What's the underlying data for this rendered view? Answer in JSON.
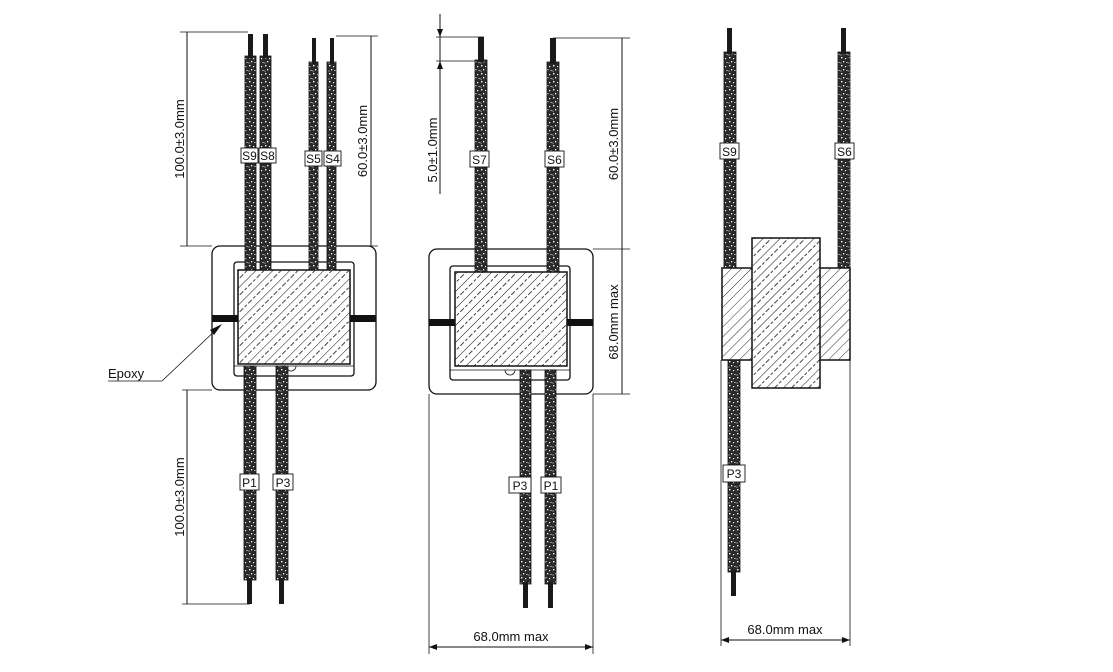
{
  "views": {
    "front": {
      "dim_top_left": "100.0±3.0mm",
      "dim_top_right": "60.0±3.0mm",
      "dim_bottom": "100.0±3.0mm",
      "leads_top": [
        "S9",
        "S8",
        "S5",
        "S4"
      ],
      "leads_bottom": [
        "P1",
        "P3"
      ],
      "callout": "Epoxy"
    },
    "side": {
      "dim_stub": "5.0±1.0mm",
      "dim_top": "60.0±3.0mm",
      "dim_height": "68.0mm max",
      "dim_width": "68.0mm max",
      "leads_top": [
        "S7",
        "S6"
      ],
      "leads_bottom": [
        "P3",
        "P1"
      ]
    },
    "end": {
      "dim_width": "68.0mm max",
      "leads": [
        "S9",
        "S6",
        "P3"
      ]
    }
  }
}
